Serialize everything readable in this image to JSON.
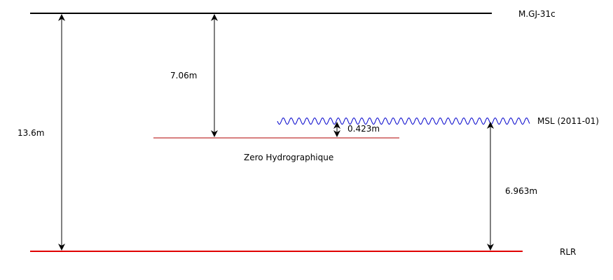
{
  "levels": {
    "mgj_label": "M.GJ-31c",
    "msl_label": "MSL (2011-01)",
    "zero_hydro_label": "Zero Hydrographique",
    "rlr_label": "RLR"
  },
  "distances": {
    "total_label": "13.6m",
    "mgj_to_zero_label": "7.06m",
    "zero_to_msl_label": "0.423m",
    "msl_to_rlr_label": "6.963m"
  },
  "colors": {
    "mgj_line": "#000000",
    "zero_hydro_line": "#b00000",
    "msl_wave": "#0000cc",
    "rlr_line": "#e00000",
    "arrows": "#000000"
  }
}
